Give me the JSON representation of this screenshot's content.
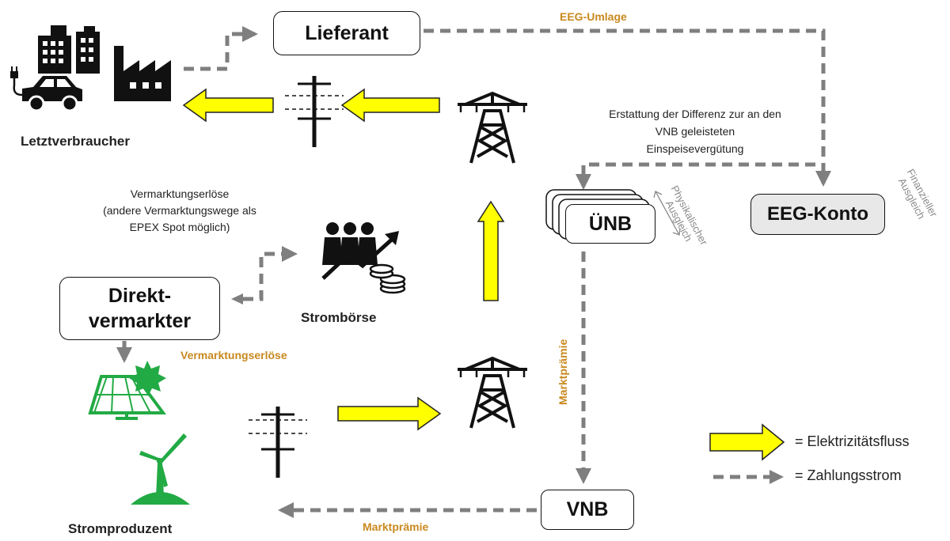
{
  "nodes": {
    "lieferant": "Lieferant",
    "letztverbraucher": "Letztverbraucher",
    "uenb": "ÜNB",
    "eeg_konto": "EEG-Konto",
    "direktvermarkter_line1": "Direkt-",
    "direktvermarkter_line2": "vermarkter",
    "stromboerse": "Strombörse",
    "stromproduzent": "Stromproduzent",
    "vnb": "VNB"
  },
  "labels": {
    "eeg_umlage": "EEG-Umlage",
    "erstattung_line1": "Erstattung der Differenz zur an den",
    "erstattung_line2": "VNB geleisteten",
    "erstattung_line3": "Einspeisevergütung",
    "vermarktung_line1": "Vermarktungserlöse",
    "vermarktung_line2": "(andere Vermarktungswege als",
    "vermarktung_line3": "EPEX Spot möglich)",
    "vermarktungserloese_orange": "Vermarktungserlöse",
    "marktpraemie_vertical": "Marktprämie",
    "marktpraemie_bottom": "Marktprämie",
    "physikalischer_line1": "Physikalischer",
    "physikalischer_line2": "Ausgleich",
    "finanzieller_line1": "Finanzieller",
    "finanzieller_line2": "Ausgleich"
  },
  "legend": {
    "electricity": "= Elektrizitätsfluss",
    "payment": "= Zahlungsstrom"
  },
  "colors": {
    "electricity_arrow": "#ffff00",
    "payment_arrow": "#7f7f7f",
    "accent_label": "#c8891e",
    "renewables_green": "#22aa44",
    "eeg_box_fill": "#e8e8e8"
  },
  "icons": [
    "buildings-icon",
    "factory-icon",
    "car-icon",
    "pylon-icon",
    "utility-pole-icon",
    "stock-exchange-icon",
    "coins-icon",
    "solar-panel-icon",
    "sun-icon",
    "wind-turbine-icon"
  ]
}
